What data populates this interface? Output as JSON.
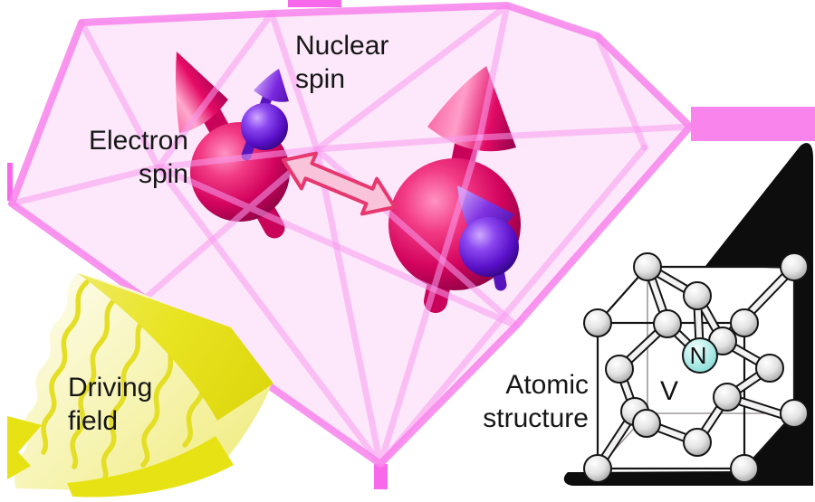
{
  "figure": {
    "description": "Diamond containing two coupled electron-nuclear spin pairs, a driving field arrow, and the NV-center atomic structure"
  },
  "labels": {
    "nuclear_spin": {
      "line1": "Nuclear",
      "line2": "spin"
    },
    "electron_spin": {
      "line1": "Electron",
      "line2": "spin"
    },
    "driving_field": {
      "line1": "Driving",
      "line2": "field"
    },
    "atomic_structure": {
      "line1": "Atomic",
      "line2": "structure"
    }
  },
  "lattice": {
    "nitrogen_label": "N",
    "vacancy_label": "V"
  },
  "colors": {
    "diamond_outline": "#f782ec",
    "diamond_facet_line": "#f79aee",
    "diamond_fill": "#fce8fa",
    "diamond_tick": "#f868ea",
    "electron_spin_red": "#d3045e",
    "nuclear_spin_purple": "#5a10c8",
    "coupling_arrow_fill": "#f9c3da",
    "coupling_arrow_stroke": "#e8376f",
    "driving_field_yellow": "#e7e213",
    "nitrogen_cyan": "#7edcd8",
    "structure_background": "#0d0d0d",
    "carbon_gray": "#a8a8a8"
  }
}
